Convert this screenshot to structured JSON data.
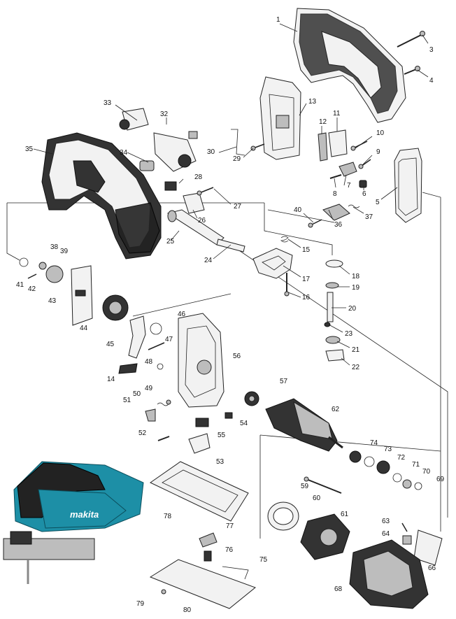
{
  "diagram": {
    "part_numbers": [
      "1",
      "3",
      "4",
      "5",
      "6",
      "7",
      "8",
      "9",
      "10",
      "11",
      "12",
      "13",
      "14",
      "15",
      "16",
      "17",
      "18",
      "19",
      "20",
      "21",
      "22",
      "23",
      "24",
      "25",
      "26",
      "27",
      "28",
      "29",
      "30",
      "32",
      "33",
      "34",
      "35",
      "36",
      "37",
      "38",
      "39",
      "40",
      "41",
      "42",
      "43",
      "44",
      "45",
      "46",
      "47",
      "48",
      "49",
      "50",
      "51",
      "52",
      "53",
      "54",
      "55",
      "56",
      "57",
      "59",
      "60",
      "61",
      "62",
      "63",
      "64",
      "66",
      "68",
      "69",
      "70",
      "71",
      "72",
      "73",
      "74",
      "75",
      "76",
      "77",
      "78",
      "79",
      "80"
    ],
    "photo": {
      "brand_text": "makita"
    }
  }
}
